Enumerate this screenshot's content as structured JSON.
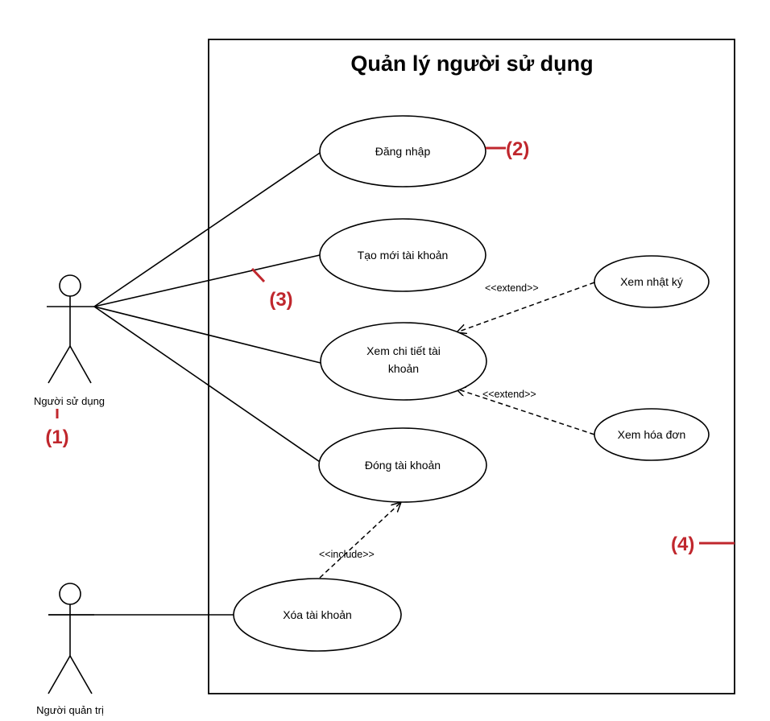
{
  "system": {
    "title": "Quản lý người sử dụng"
  },
  "actors": {
    "user": {
      "label": "Người sử dụng"
    },
    "admin": {
      "label": "Người quản trị"
    }
  },
  "use_cases": {
    "login": {
      "label": "Đăng nhập"
    },
    "create_account": {
      "label": "Tạo mới tài khoản"
    },
    "view_details": {
      "line1": "Xem chi tiết tài",
      "line2": "khoản"
    },
    "close_account": {
      "label": "Đóng tài khoản"
    },
    "delete_account": {
      "label": "Xóa tài khoản"
    },
    "view_log": {
      "label": "Xem nhật ký"
    },
    "view_invoice": {
      "label": "Xem hóa đơn"
    }
  },
  "relationships": {
    "extend_log": "<<extend>>",
    "extend_invoice": "<<extend>>",
    "include_close": "<<include>>"
  },
  "markers": {
    "m1": "(1)",
    "m2": "(2)",
    "m3": "(3)",
    "m4": "(4)"
  },
  "colors": {
    "marker": "#c0272d",
    "line": "#000000",
    "background": "#ffffff"
  }
}
